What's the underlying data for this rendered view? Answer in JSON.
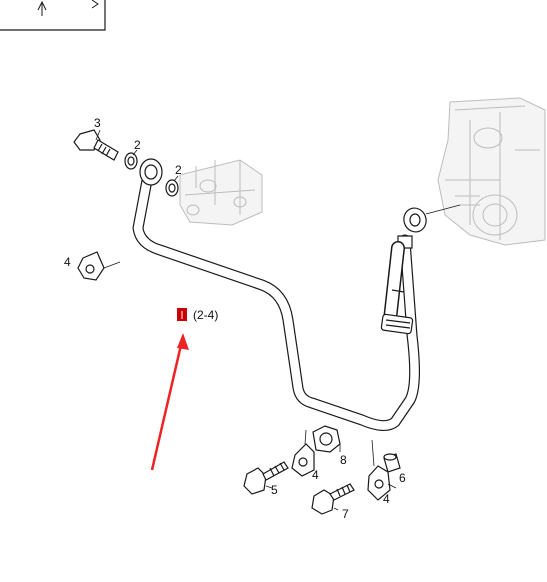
{
  "diagram": {
    "callouts": {
      "c3": "3",
      "c2a": "2",
      "c2b": "2",
      "c4a": "4",
      "c5": "5",
      "c4b": "4",
      "c8": "8",
      "c7": "7",
      "c6": "6",
      "c4c": "4"
    },
    "legend": {
      "text": "(2-4)",
      "marker_color": "#cc0000"
    },
    "arrow": {
      "color": "#ee2222"
    }
  }
}
